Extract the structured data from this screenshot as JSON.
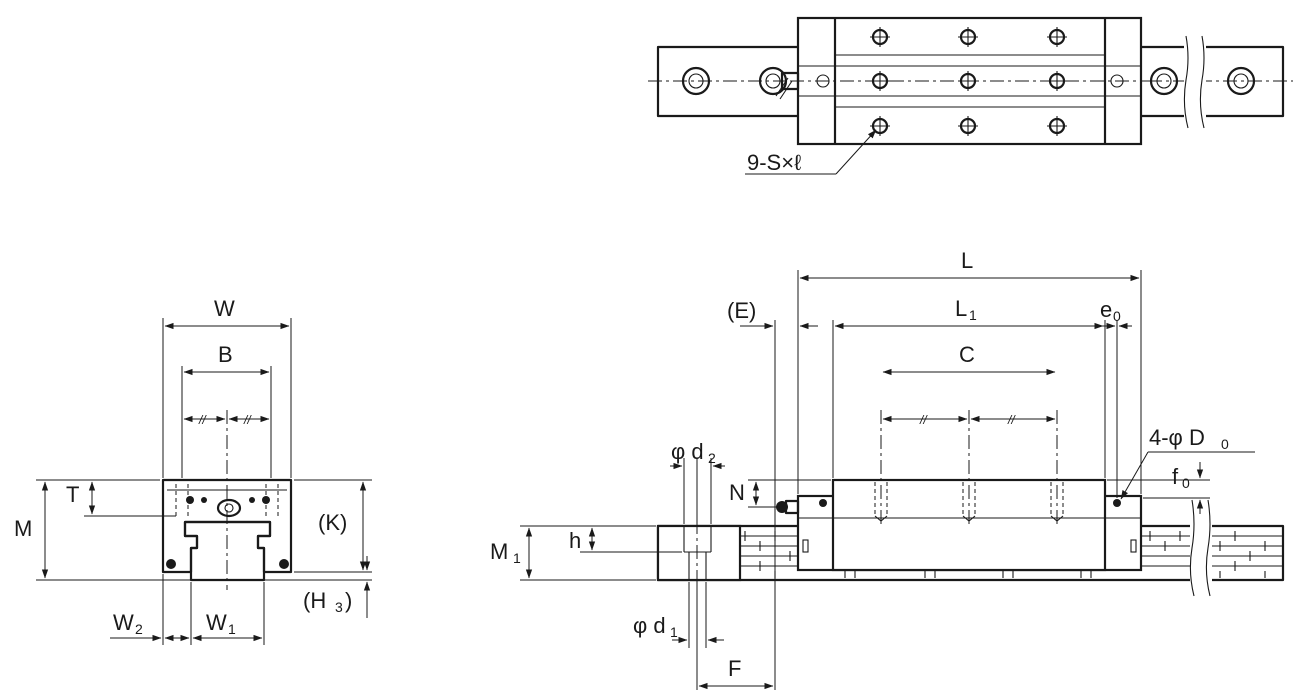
{
  "labels": {
    "screw_spec": "9-S×ℓ",
    "W": "W",
    "B": "B",
    "T": "T",
    "M": "M",
    "K": "(K)",
    "H3_open": "(H",
    "H3_sub": "3",
    "H3_close": ")",
    "W2": "W",
    "W2_sub": "2",
    "W1": "W",
    "W1_sub": "1",
    "L": "L",
    "L1": "L",
    "L1_sub": "1",
    "E": "(E)",
    "e0": "e",
    "e0_sub": "0",
    "C": "C",
    "D0": "4-φ D",
    "D0_sub": "0",
    "f0": "f",
    "f0_sub": "0",
    "N": "N",
    "d2": "φ d",
    "d2_sub": "2",
    "M1": "M",
    "M1_sub": "1",
    "h": "h",
    "d1": "φ d",
    "d1_sub": "1",
    "F": "F",
    "equal_mark": "//"
  },
  "colors": {
    "line": "#1a1a1a",
    "background": "#ffffff"
  }
}
